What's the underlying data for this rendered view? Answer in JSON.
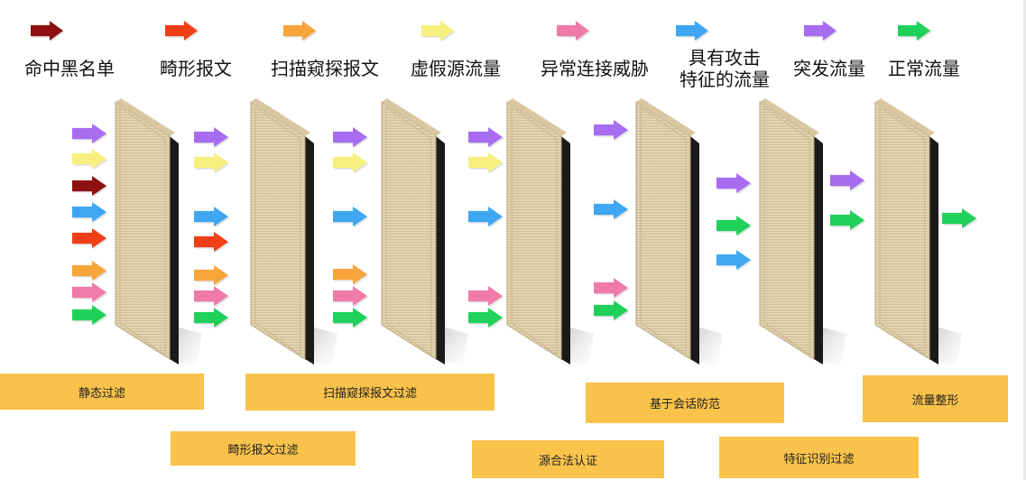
{
  "colors": {
    "blacklist": "#8e1010",
    "malformed": "#ee3f16",
    "scan": "#f7a43a",
    "spoof": "#f7f07e",
    "abnormal": "#f07aa8",
    "signature": "#3ea6f2",
    "burst": "#a76cf0",
    "normal": "#1fd15a",
    "stage_fill": "#f9c24a"
  },
  "legend": [
    {
      "key": "blacklist",
      "label": "命中黑名单"
    },
    {
      "key": "malformed",
      "label": "畸形报文"
    },
    {
      "key": "scan",
      "label": "扫描窥探报文"
    },
    {
      "key": "spoof",
      "label": "虚假源流量"
    },
    {
      "key": "abnormal",
      "label": "异常连接威胁"
    },
    {
      "key": "signature",
      "label": "具有攻击\n特征的流量"
    },
    {
      "key": "burst",
      "label": "突发流量"
    },
    {
      "key": "normal",
      "label": "正常流量"
    }
  ],
  "stages": [
    {
      "label": "静态过滤"
    },
    {
      "label": "畸形报文过滤"
    },
    {
      "label": "扫描窥探报文过滤"
    },
    {
      "label": "源合法认证"
    },
    {
      "label": "基于会话防范"
    },
    {
      "label": "特征识别过滤"
    },
    {
      "label": "流量整形"
    }
  ],
  "columns": [
    [
      "burst",
      "spoof",
      "blacklist",
      "signature",
      "malformed",
      "scan",
      "abnormal",
      "normal"
    ],
    [
      "burst",
      "spoof",
      "signature",
      "malformed",
      "scan",
      "abnormal",
      "normal"
    ],
    [
      "burst",
      "spoof",
      "signature",
      "scan",
      "abnormal",
      "normal"
    ],
    [
      "burst",
      "spoof",
      "signature",
      "abnormal",
      "normal"
    ],
    [
      "burst",
      "signature",
      "abnormal",
      "normal"
    ],
    [
      "burst",
      "normal",
      "signature"
    ],
    [
      "burst",
      "normal"
    ],
    [
      "normal"
    ]
  ]
}
